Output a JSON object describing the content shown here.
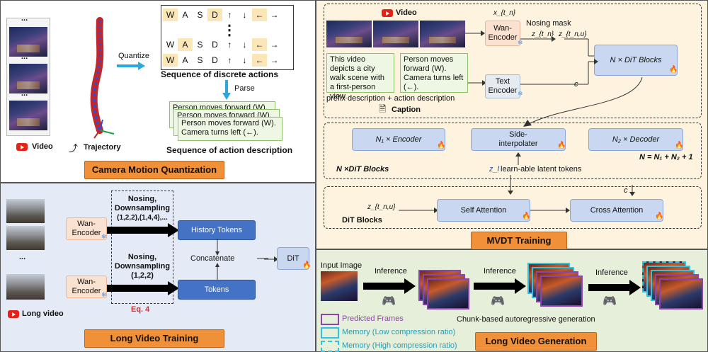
{
  "cmq": {
    "title": "Camera Motion Quantization",
    "quantize": "Quantize",
    "parse": "Parse",
    "rows": [
      [
        "W",
        "A",
        "S",
        "D",
        "↑",
        "↓",
        "←",
        "→"
      ],
      [
        "W",
        "A",
        "S",
        "D",
        "↑",
        "↓",
        "←",
        "→"
      ],
      [
        "W",
        "A",
        "S",
        "D",
        "↑",
        "↓",
        "←",
        "→"
      ]
    ],
    "dots": "⋮",
    "seq_discrete": "Sequence of discrete actions",
    "action_text": [
      "Person moves forward (W).",
      "Person moves forward (W).",
      "Person moves forward (W).",
      "Camera turns left (←)."
    ],
    "seq_desc": "Sequence of action description",
    "video_label": "Video",
    "traj_label": "Trajectory",
    "ellipsis": "..."
  },
  "lvt": {
    "title": "Long Video Training",
    "encoder1": "Wan-Encoder",
    "encoder2": "Wan-Encoder",
    "nd1": [
      "Nosing,",
      "Downsampling",
      "(1,2,2),(1,4,4),..."
    ],
    "nd2": [
      "Nosing,",
      "Downsampling",
      "(1,2,2)"
    ],
    "eq": "Eq. 4",
    "history": "History Tokens",
    "tokens": "Tokens",
    "concat": "Concatenate",
    "dit": "DiT",
    "long_video": "Long video",
    "ellipsis": "..."
  },
  "mvdt": {
    "title": "MVDT Training",
    "video_label": "Video",
    "x_tn": "x_{t_n}",
    "nosing_mask": "Nosing  mask",
    "wan_encoder": "Wan-Encoder",
    "z_tn": "z_{t_n}",
    "z_tnu": "z_{t_n,u}",
    "dit_blocks": "N × DiT Blocks",
    "caption1": "This video depicts a city walk scene with a first-person view.",
    "caption2": "Person moves forward (W). Camera turns left (←).",
    "text_encoder": "Text Encoder",
    "c": "c",
    "prefix": "prefix description + action description",
    "caption": "Caption",
    "n1_encoder": "N₁ × Encoder",
    "side_interp": "Side-interpolater",
    "n2_decoder": "N₂ × Decoder",
    "formula": "N = N₁ + N₂ + 1",
    "ndit": "N ×DiT Blocks",
    "zl": "z_l",
    "learnable": "learn-able latent tokens",
    "c2": "c",
    "zin": "z_{t_n,u}",
    "dit_blocks2": "DiT Blocks",
    "self_att": "Self Attention",
    "cross_att": "Cross Attention"
  },
  "lvg": {
    "title": "Long Video Generation",
    "input_image": "Input Image",
    "inference1": "Inference",
    "inference2": "Inference",
    "inference3": "Inference",
    "legend_predicted": "Predicted Frames",
    "legend_low": "Memory (Low compression ratio)",
    "legend_high": "Memory (High compression ratio)",
    "chunk": "Chunk-based autoregressive generation"
  },
  "colors": {
    "panel_left": "#ffffff",
    "panel_mvdt": "#fdf3df",
    "panel_lvt": "#e4ebf6",
    "panel_lvg": "#e6efd9",
    "orange": "#f0913a",
    "blue": "#4472c4",
    "purple": "#8e44ad",
    "cyan": "#2ec4e0"
  }
}
